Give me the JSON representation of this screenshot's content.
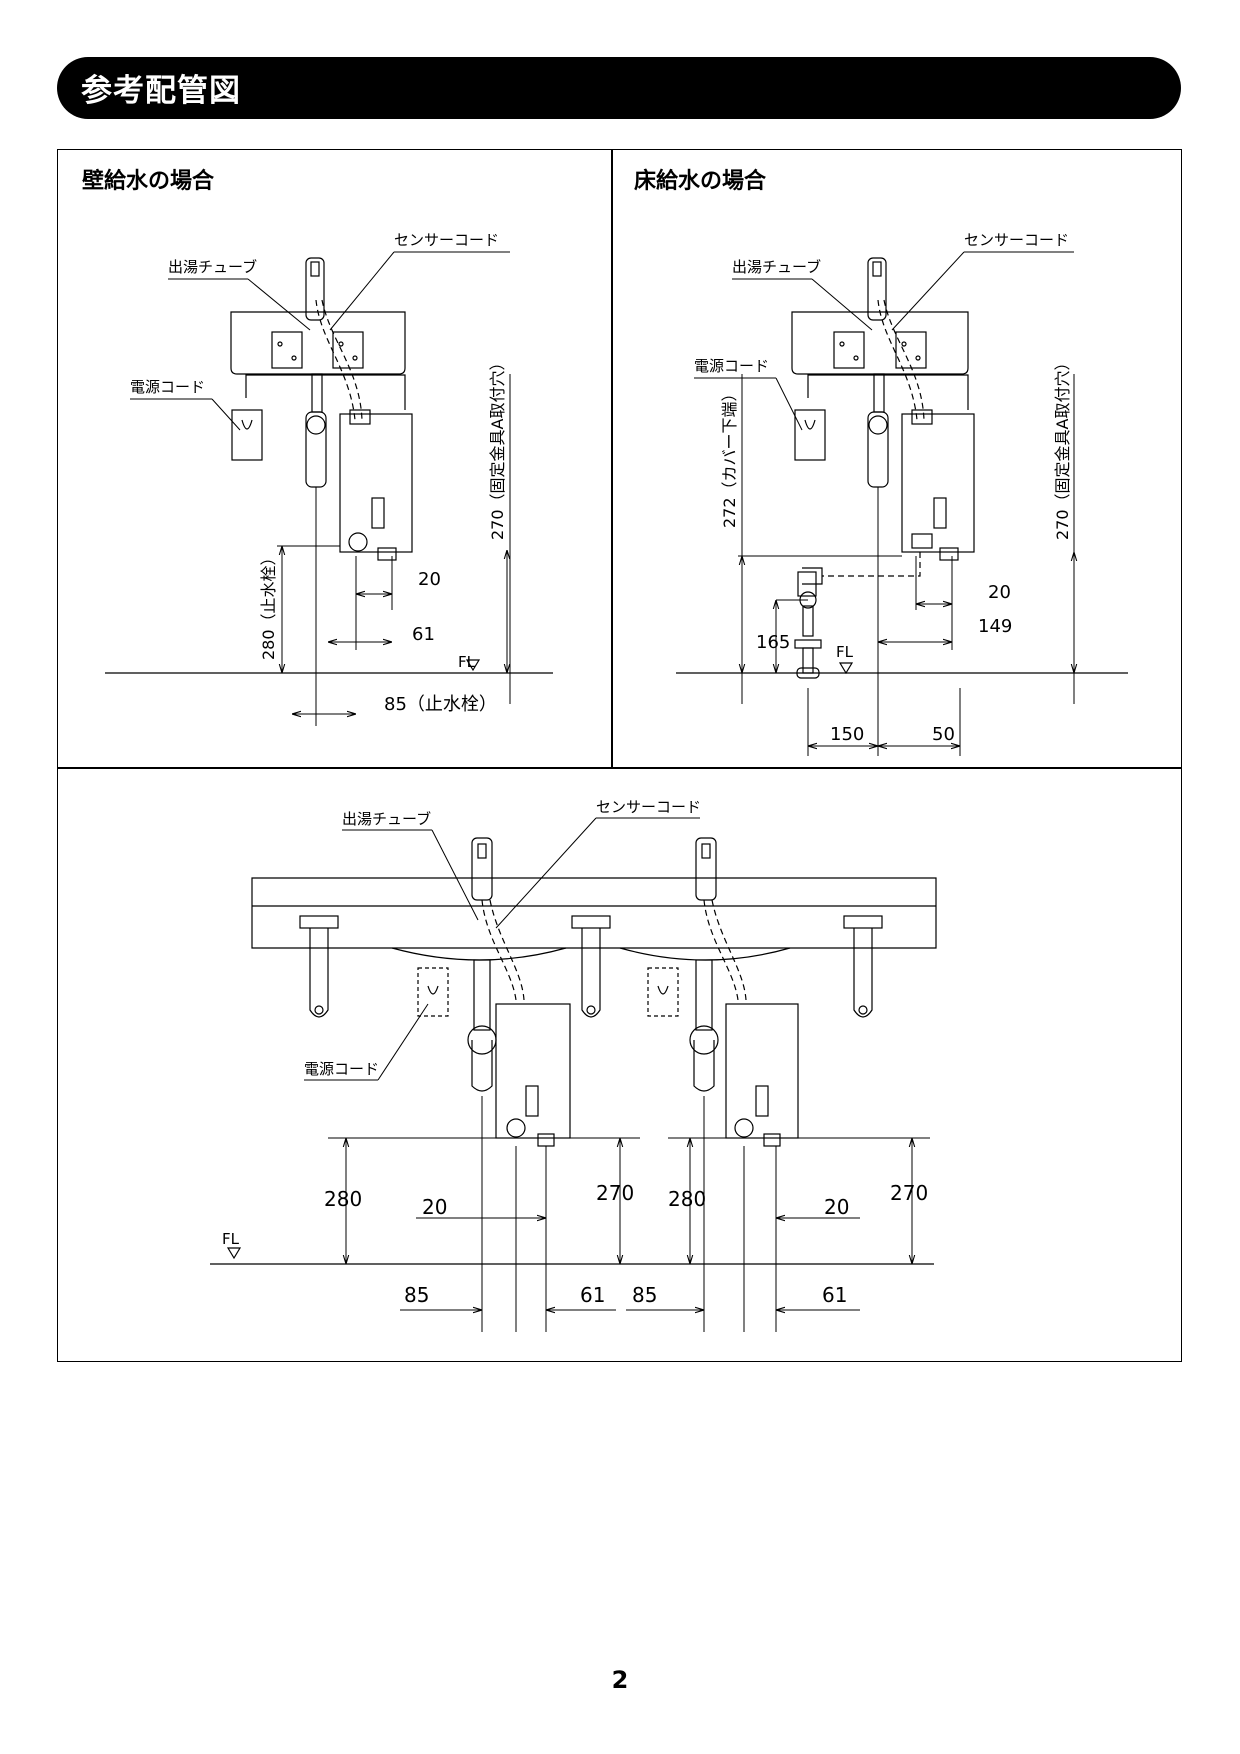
{
  "section_title": "参考配管図",
  "panels": {
    "wall": {
      "title": "壁給水の場合",
      "labels": {
        "hot_tube": "出湯チューブ",
        "sensor_cord": "センサーコード",
        "power_cord": "電源コード",
        "fl": "FL"
      },
      "dims": {
        "d270": "270（固定金具A取付穴）",
        "d280": "280（止水栓）",
        "d20": "20",
        "d61": "61",
        "d85": "85（止水栓）"
      }
    },
    "floor": {
      "title": "床給水の場合",
      "labels": {
        "hot_tube": "出湯チューブ",
        "sensor_cord": "センサーコード",
        "power_cord": "電源コード",
        "fl": "FL"
      },
      "dims": {
        "d272": "272（カバー下端）",
        "d270": "270（固定金具A取付穴）",
        "d165": "165",
        "d20": "20",
        "d149": "149",
        "d150": "150",
        "d50": "50"
      }
    },
    "counter": {
      "labels": {
        "hot_tube": "出湯チューブ",
        "sensor_cord": "センサーコード",
        "power_cord": "電源コード",
        "fl": "FL"
      },
      "dims": {
        "left_280": "280",
        "left_20": "20",
        "left_270": "270",
        "left_85": "85",
        "left_61": "61",
        "right_280": "280",
        "right_20": "20",
        "right_270": "270",
        "right_85": "85",
        "right_61": "61"
      }
    }
  },
  "page_number": "2"
}
